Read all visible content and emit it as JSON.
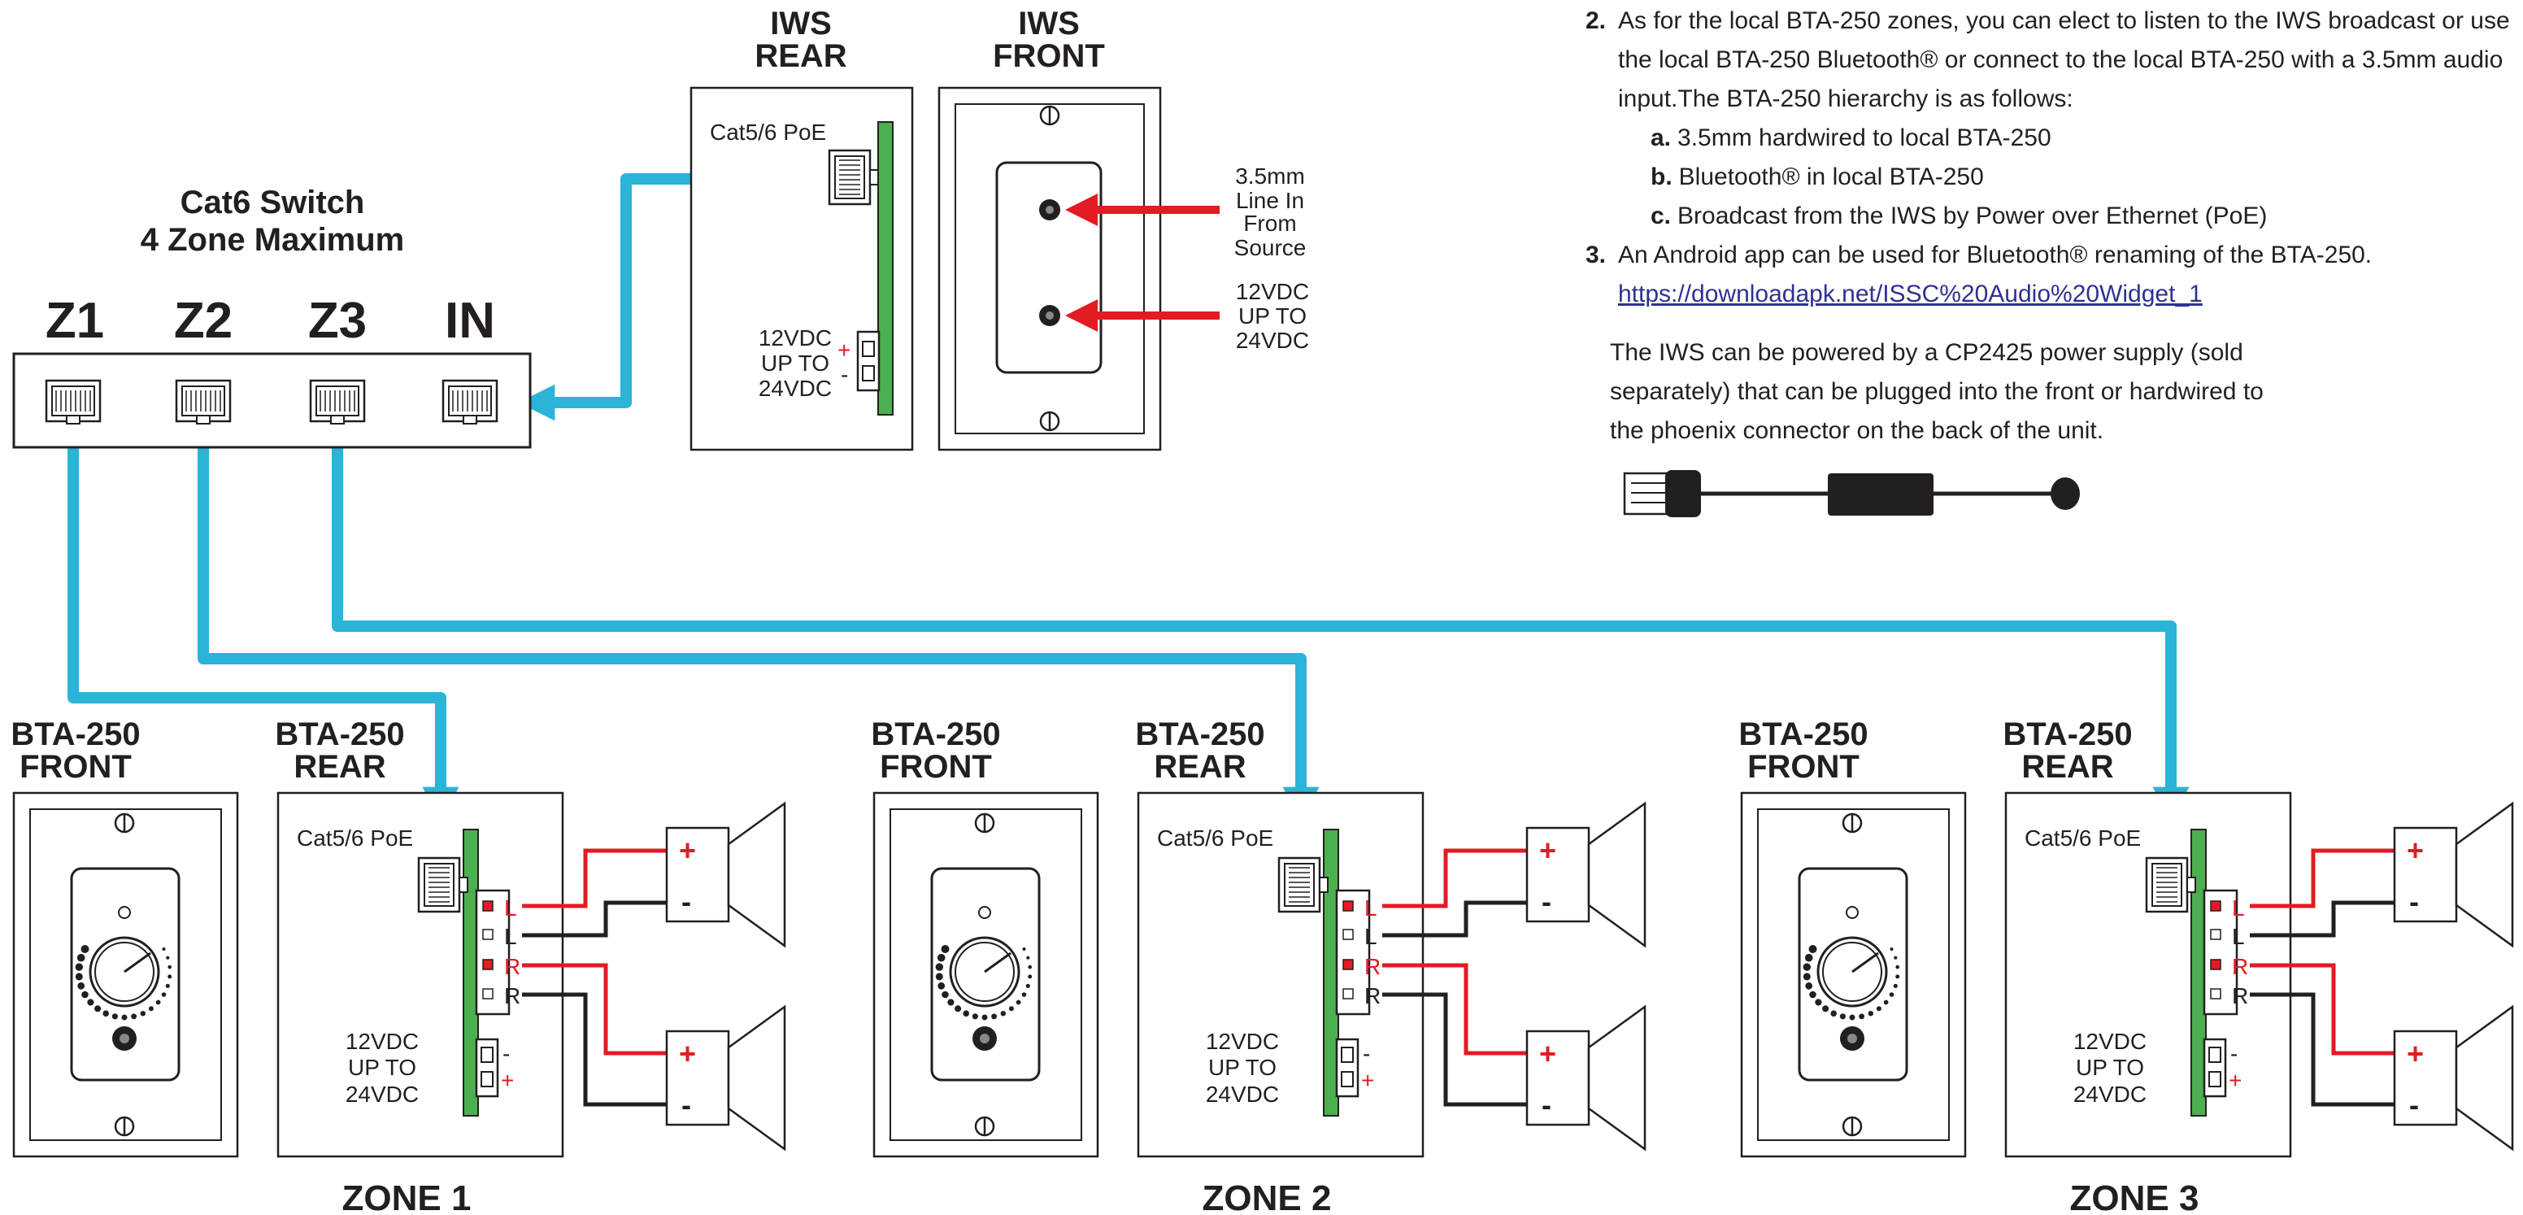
{
  "switch": {
    "title_line1": "Cat6 Switch",
    "title_line2": "4 Zone Maximum",
    "ports": [
      "Z1",
      "Z2",
      "Z3",
      "IN"
    ]
  },
  "iws_rear": {
    "title_line1": "IWS",
    "title_line2": "REAR",
    "cat_label": "Cat5/6 PoE",
    "power_line1": "12VDC",
    "power_line2": "UP TO",
    "power_line3": "24VDC",
    "plus": "+",
    "minus": "-"
  },
  "iws_front": {
    "title_line1": "IWS",
    "title_line2": "FRONT",
    "input_line1": "3.5mm",
    "input_line2": "Line In",
    "input_line3": "From",
    "input_line4": "Source",
    "power_line1": "12VDC",
    "power_line2": "UP TO",
    "power_line3": "24VDC"
  },
  "zones": [
    {
      "front_title_line1": "BTA-250",
      "front_title_line2": "FRONT",
      "rear_title_line1": "BTA-250",
      "rear_title_line2": "REAR",
      "cat_label": "Cat5/6 PoE",
      "terminals": [
        "L",
        "L",
        "R",
        "R"
      ],
      "power_line1": "12VDC",
      "power_line2": "UP TO",
      "power_line3": "24VDC",
      "minus": "-",
      "plus": "+",
      "speaker_plus": "+",
      "speaker_minus": "-",
      "zone_label": "ZONE 1"
    },
    {
      "front_title_line1": "BTA-250",
      "front_title_line2": "FRONT",
      "rear_title_line1": "BTA-250",
      "rear_title_line2": "REAR",
      "cat_label": "Cat5/6 PoE",
      "terminals": [
        "L",
        "L",
        "R",
        "R"
      ],
      "power_line1": "12VDC",
      "power_line2": "UP TO",
      "power_line3": "24VDC",
      "minus": "-",
      "plus": "+",
      "speaker_plus": "+",
      "speaker_minus": "-",
      "zone_label": "ZONE 2"
    },
    {
      "front_title_line1": "BTA-250",
      "front_title_line2": "FRONT",
      "rear_title_line1": "BTA-250",
      "rear_title_line2": "REAR",
      "cat_label": "Cat5/6 PoE",
      "terminals": [
        "L",
        "L",
        "R",
        "R"
      ],
      "power_line1": "12VDC",
      "power_line2": "UP TO",
      "power_line3": "24VDC",
      "minus": "-",
      "plus": "+",
      "speaker_plus": "+",
      "speaker_minus": "-",
      "zone_label": "ZONE 3"
    }
  ],
  "notes": {
    "item2_num": "2.",
    "item2_text": "As for the local BTA-250 zones, you can elect to  listen to the IWS broadcast or use the local BTA-250 Bluetooth® or connect to the local BTA-250 with a 3.5mm audio input.The BTA-250 hierarchy is as follows:",
    "hierarchy": [
      {
        "letter": "a.",
        "text": "3.5mm hardwired to local BTA-250"
      },
      {
        "letter": "b.",
        "text": "Bluetooth® in local BTA-250"
      },
      {
        "letter": "c.",
        "text": "Broadcast from the IWS by Power over Ethernet (PoE)"
      }
    ],
    "item3_num": "3.",
    "item3_text": "An Android app can be used for Bluetooth® renaming of the BTA-250.",
    "item3_link": "https://downloadapk.net/ISSC%20Audio%20Widget_1",
    "power_paragraph": "The IWS can be powered by a CP2425 power supply (sold separately) that can be plugged into the front or hardwired to the phoenix connector on the back of the unit."
  },
  "colors": {
    "cable": "#2bb3d8",
    "arrow": "#e31b23",
    "wire_red": "#e31b23",
    "wire_black": "#231f20",
    "pcb_green": "#4caf50",
    "link": "#2e3192"
  }
}
